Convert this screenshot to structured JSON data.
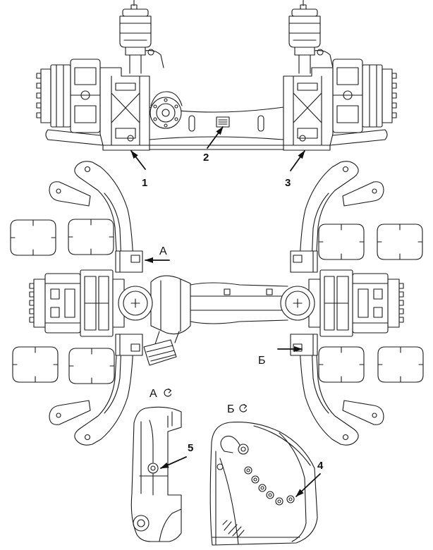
{
  "callouts": {
    "c1": "1",
    "c2": "2",
    "c3": "3",
    "c4": "4",
    "c5": "5"
  },
  "view_markers": {
    "a": "А",
    "b": "Б"
  },
  "detail_views": {
    "a": {
      "title": "А",
      "icon": "rotate-view-icon"
    },
    "b": {
      "title": "Б",
      "icon": "rotate-view-icon"
    }
  },
  "icons": {
    "leader": "arrow-icon"
  },
  "colors": {
    "line": "#1a1a1a",
    "background": "#ffffff"
  }
}
